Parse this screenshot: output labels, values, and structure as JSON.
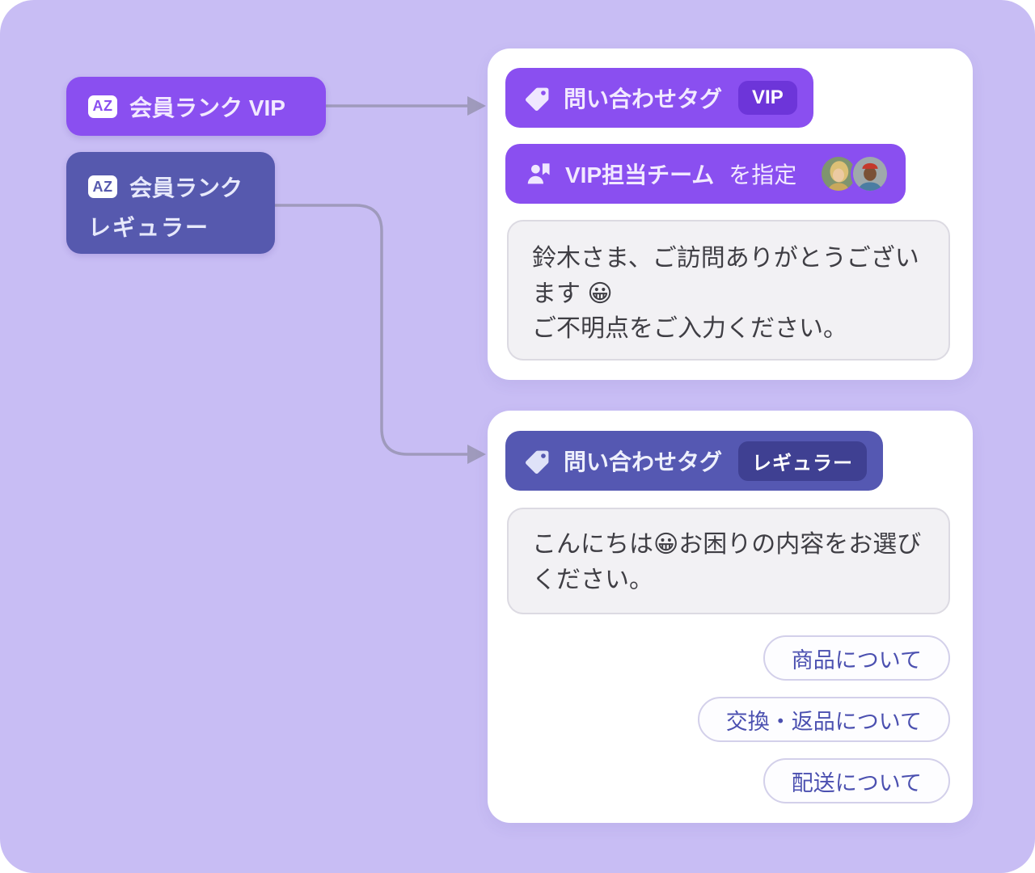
{
  "rank_nodes": {
    "vip": {
      "icon_text": "AZ",
      "label": "会員ランク VIP"
    },
    "regular": {
      "icon_text": "AZ",
      "label_line1": "会員ランク",
      "label_line2": "レギュラー"
    }
  },
  "vip_card": {
    "tag_pill": {
      "label": "問い合わせタグ",
      "badge": "VIP"
    },
    "team_pill": {
      "team": "VIP担当チーム",
      "action": "を指定"
    },
    "message": "鈴木さま、ご訪問ありがとうございます 😀\nご不明点をご入力ください。"
  },
  "regular_card": {
    "tag_pill": {
      "label": "問い合わせタグ",
      "badge": "レギュラー"
    },
    "message": "こんにちは😀お困りの内容をお選びください。",
    "quick_replies": [
      "商品について",
      "交換・返品について",
      "配送について"
    ]
  },
  "colors": {
    "canvas_background": "#c8bdf4",
    "vip_purple": "#8a4ff0",
    "regular_indigo": "#5659ae",
    "indigo_pill": "#5558b2",
    "vip_badge": "#6d35d9",
    "regular_badge": "#3f4092",
    "bubble_background": "#f2f1f4",
    "arrow": "#9f9abc",
    "quick_reply_text": "#4b50b0"
  }
}
